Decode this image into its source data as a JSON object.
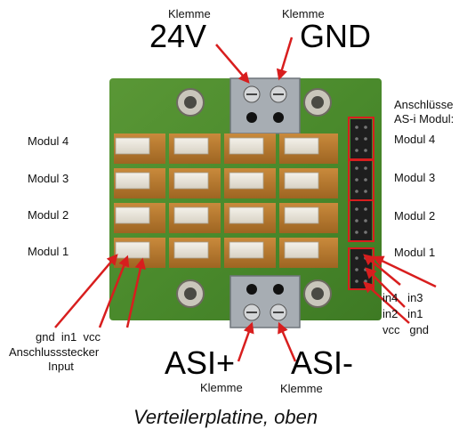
{
  "top": {
    "klemme_left": "Klemme",
    "klemme_right": "Klemme",
    "v24": "24V",
    "gnd": "GND"
  },
  "right": {
    "header_line1": "Anschlüsse",
    "header_line2": "AS-i Modul:",
    "modul4": "Modul 4",
    "modul3": "Modul 3",
    "modul2": "Modul 2",
    "modul1": "Modul 1",
    "pins_row1": "in4   in3",
    "pins_row2": "in2   in1",
    "pins_row3": "vcc   gnd"
  },
  "left": {
    "modul4": "Modul 4",
    "modul3": "Modul 3",
    "modul2": "Modul 2",
    "modul1": "Modul 1",
    "pins": "gnd  in1  vcc",
    "conn_line1": "Anschlussstecker",
    "conn_line2": "Input"
  },
  "bottom": {
    "asi_plus": "ASI+",
    "asi_minus": "ASI-",
    "klemme_left": "Klemme",
    "klemme_right": "Klemme"
  },
  "caption": "Verteilerplatine, oben",
  "colors": {
    "pcb_green": "#4f8a2e",
    "connector_brown": "#b8782e",
    "arrow_red": "#d81e1e",
    "terminal_gray": "#9aa0a6"
  }
}
